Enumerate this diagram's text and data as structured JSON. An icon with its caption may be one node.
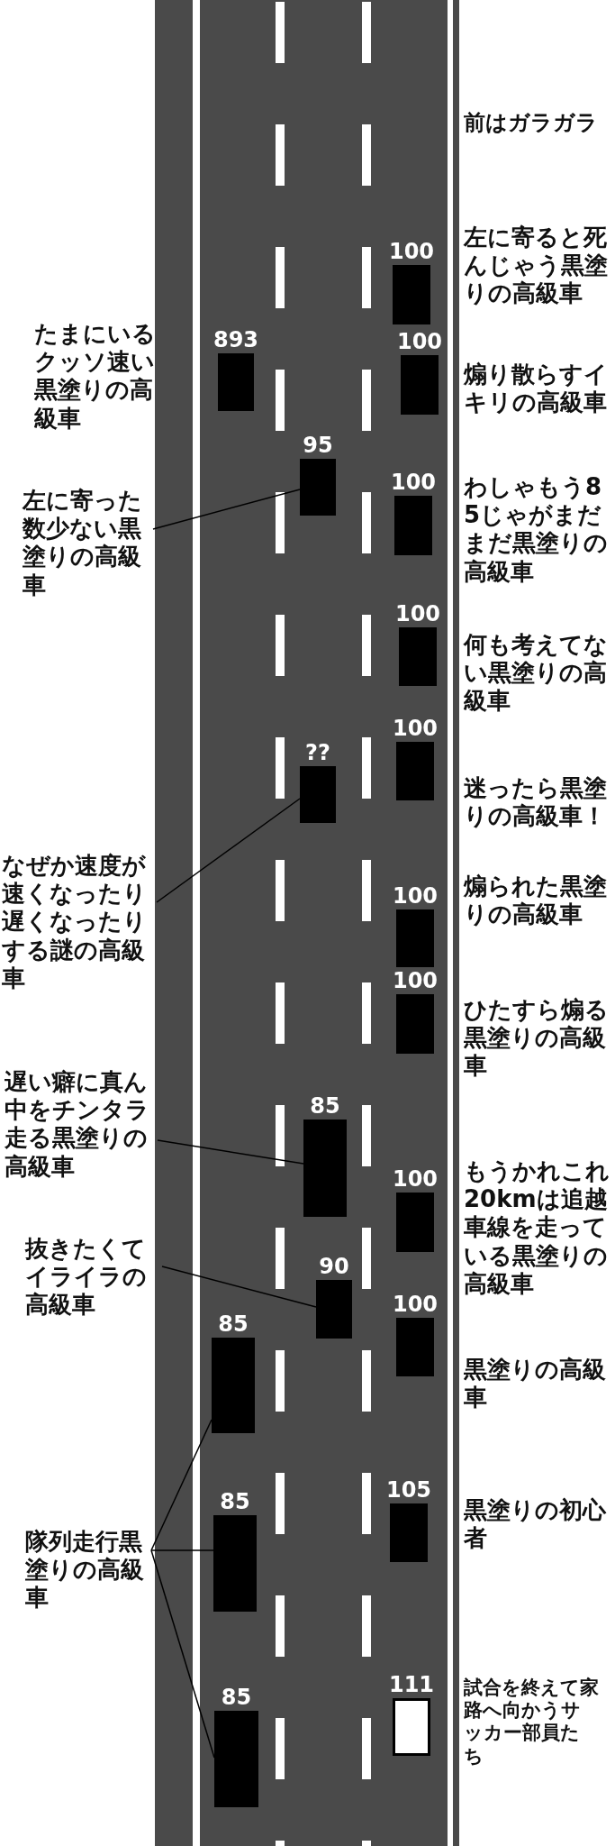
{
  "diagram": {
    "nodes": [
      {
        "text": [
          "100"
        ],
        "beside": [
          "左に寄ると死んじゃう黒塗りの高級車"
        ]
      },
      {
        "text": [
          "893"
        ],
        "beside": [
          "たまにいるクッソ速い黒塗りの高級車"
        ]
      },
      {
        "text": [
          "100"
        ],
        "beside": [
          "煽り散らすイキリの高級車"
        ]
      },
      {
        "text": [
          "95"
        ]
      },
      {
        "text": [
          "左に寄った数少ない黒塗りの高級車"
        ]
      },
      {
        "text": [
          "100"
        ],
        "beside": [
          "わしゃもう85じゃがまだまだ黒塗りの高級車"
        ]
      },
      {
        "text": [
          "100"
        ],
        "beside": [
          "何も考えてない黒塗りの高級車"
        ]
      },
      {
        "text": [
          "100"
        ],
        "beside": [
          "迷ったら黒塗りの高級車！"
        ]
      },
      {
        "text": [
          "??"
        ]
      },
      {
        "text": [
          "なぜか速度が速くなったり遅くなったりする謎の高級車"
        ]
      },
      {
        "text": [
          "100"
        ],
        "beside": [
          "煽られた黒塗りの高級車"
        ]
      },
      {
        "text": [
          "100"
        ],
        "beside": [
          "ひたすら煽る黒塗りの高級車"
        ]
      },
      {
        "text": [
          "遅い癖に真ん中をチンタラ走る黒塗りの高級車"
        ]
      },
      {
        "text": [
          "85"
        ]
      },
      {
        "text": [
          "100"
        ],
        "beside": [
          "もうかれこれ20kmは追越車線を走っている黒塗りの高級車"
        ]
      },
      {
        "text": [
          "抜きたくてイライラの高級車"
        ]
      },
      {
        "text": [
          "90"
        ]
      },
      {
        "text": [
          "100"
        ],
        "beside": [
          "黒塗りの高級車"
        ]
      },
      {
        "text": [
          "85"
        ]
      },
      {
        "text": [
          "85"
        ]
      },
      {
        "text": [
          "105"
        ],
        "beside": [
          "黒塗りの初心者"
        ]
      },
      {
        "text": [
          "隊列走行黒塗りの高級車"
        ]
      },
      {
        "text": [
          "85"
        ]
      },
      {
        "text": [
          "111"
        ],
        "beside": [
          "試合を終えて家路へ向かうサッカー部員たち"
        ]
      }
    ],
    "edges": [
      {
        "from": 4,
        "to": 3,
        "arrow": "none"
      },
      {
        "from": 9,
        "to": 8,
        "arrow": "none"
      },
      {
        "from": 12,
        "to": 13,
        "arrow": "none"
      },
      {
        "from": 15,
        "to": 16,
        "arrow": "none"
      },
      {
        "from": 21,
        "to": 18,
        "arrow": "none"
      },
      {
        "from": 21,
        "to": 19,
        "arrow": "none"
      },
      {
        "from": 21,
        "to": 22,
        "arrow": "none"
      }
    ],
    "labels": [
      "前はガラガラ"
    ]
  }
}
